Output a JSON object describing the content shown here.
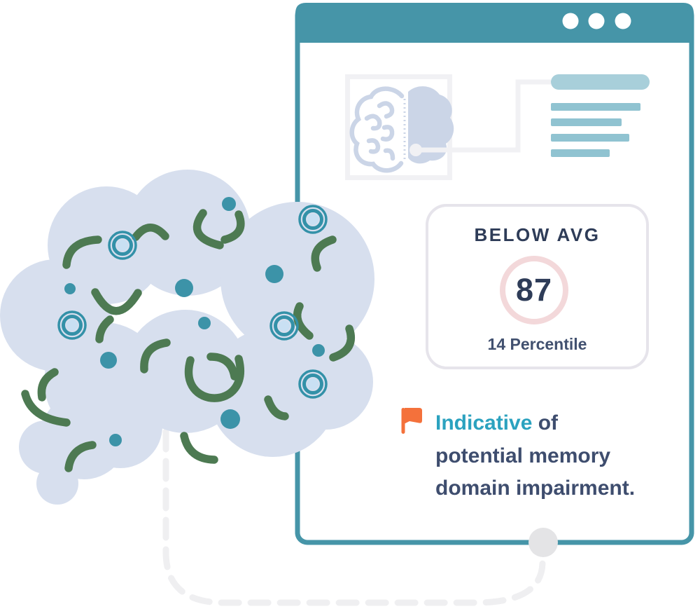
{
  "browser_window": {
    "control_dot_count": 3,
    "hero_panel": {
      "icon": "brain-hemispheres-icon",
      "skeleton_line_count": 5
    },
    "score_card": {
      "rating_label": "BELOW AVG",
      "score": "87",
      "percentile_label": "14 Percentile"
    },
    "note": {
      "flag_icon": "red-flag-icon",
      "highlight": "Indicative",
      "line1_rest": "of",
      "line2": "potential memory",
      "line3": "domain impairment.",
      "full_text": "Indicative of potential memory domain impairment."
    }
  },
  "illustration": {
    "brain_blob_count": 12,
    "gyrus_arc_count": 17,
    "neuron_dot_count": 9,
    "neuron_ring_count": 5,
    "dashed_connector": true,
    "anchor_circle": true
  },
  "colors": {
    "teal": "#4695A8",
    "skeleton_pill": "#A8CFDA",
    "skeleton_bar": "#90C3D1",
    "brain_fill": "#D7DFEE",
    "icon_lavender": "#CBD5E7",
    "arc_green": "#4D7A52",
    "dot_teal": "#3C93A8",
    "ring_teal": "#3391A8",
    "ring_center": "#C9E0F3",
    "navy": "#2E3C58",
    "percentile_navy": "#41506F",
    "note_navy": "#3E4D6E",
    "note_teal": "#2BA2BF",
    "flag_orange": "#F4713B",
    "card_border": "#E6E4EB",
    "circle_pink": "#F3D8DA",
    "connector_white": "#F1F1F4",
    "dash_gray": "#EFEFF1",
    "anchor_gray": "#E4E4E6"
  }
}
